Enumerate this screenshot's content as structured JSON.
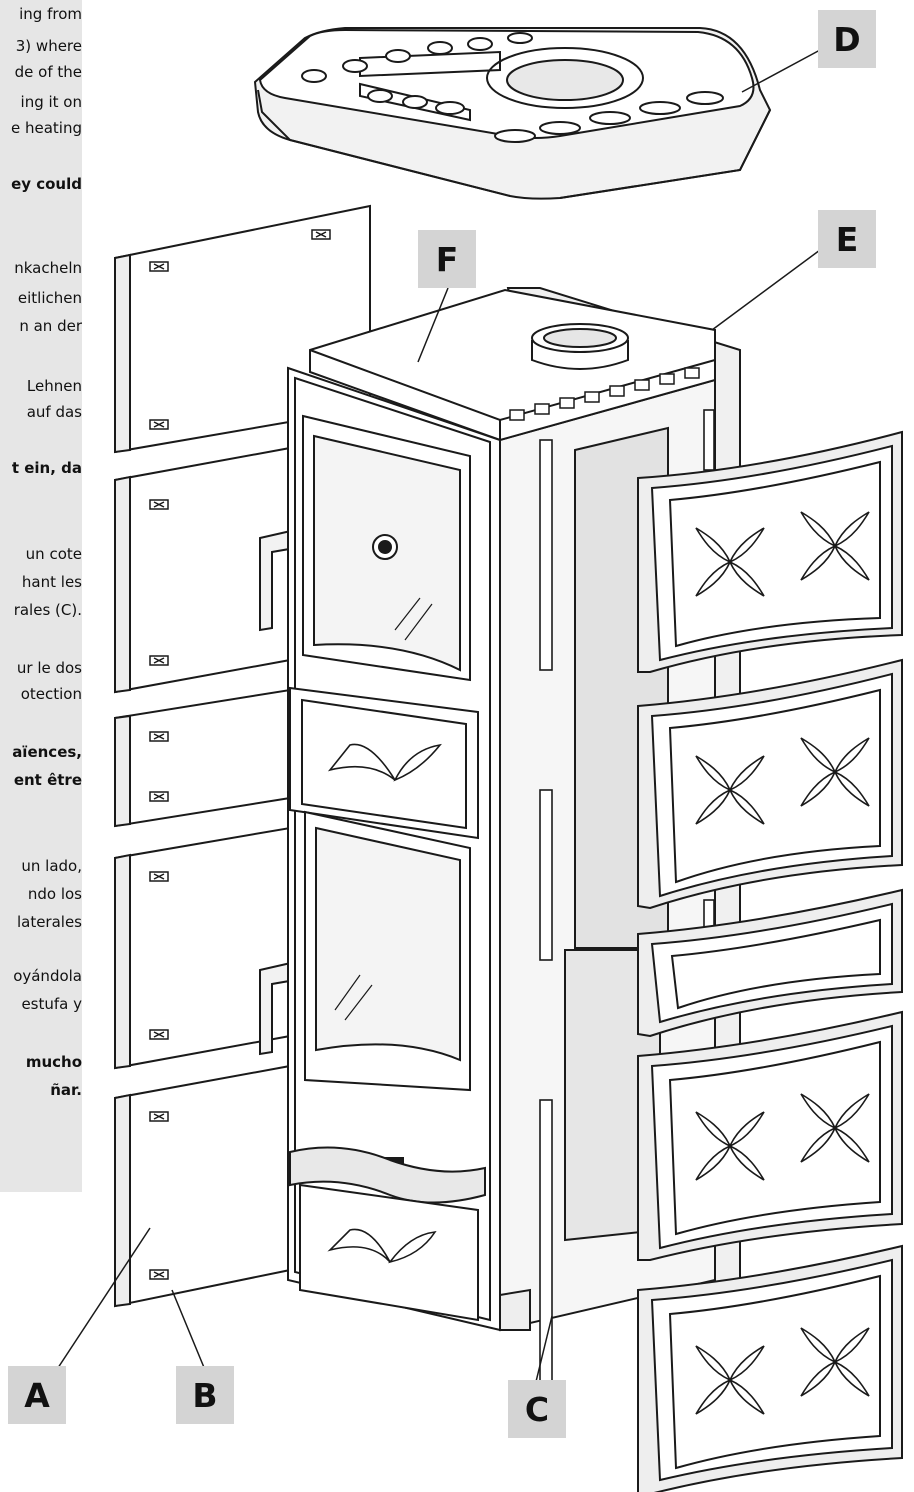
{
  "labels": {
    "A": "A",
    "B": "B",
    "C": "C",
    "D": "D",
    "E": "E",
    "F": "F"
  },
  "text_column": {
    "lines": [
      {
        "text": "ing from",
        "bold": false
      },
      {
        "text": "3) where",
        "bold": false
      },
      {
        "text": "de of the",
        "bold": false
      },
      {
        "text": "ing it on",
        "bold": false
      },
      {
        "text": "e heating",
        "bold": false
      },
      {
        "text": "ey could",
        "bold": true
      },
      {
        "text": "nkacheln",
        "bold": false
      },
      {
        "text": "eitlichen",
        "bold": false
      },
      {
        "text": "n an der",
        "bold": false
      },
      {
        "text": "Lehnen",
        "bold": false
      },
      {
        "text": "auf das",
        "bold": false
      },
      {
        "text": "t ein, da",
        "bold": true
      },
      {
        "text": "un cote",
        "bold": false
      },
      {
        "text": "hant les",
        "bold": false
      },
      {
        "text": "rales (C).",
        "bold": false
      },
      {
        "text": "ur le dos",
        "bold": false
      },
      {
        "text": "otection",
        "bold": false
      },
      {
        "text": "aïences,",
        "bold": true
      },
      {
        "text": "ent être",
        "bold": true
      },
      {
        "text": "un lado,",
        "bold": false
      },
      {
        "text": "ndo los",
        "bold": false
      },
      {
        "text": "laterales",
        "bold": false
      },
      {
        "text": "oyándola",
        "bold": false
      },
      {
        "text": "estufa y",
        "bold": false
      },
      {
        "text": "mucho",
        "bold": true
      },
      {
        "text": "ñar.",
        "bold": true
      }
    ]
  },
  "colors": {
    "text_bg": "#e6e6e6",
    "label_bg": "#d4d4d4",
    "line": "#1a1a1a",
    "panel_gray": "#e2e2e2"
  }
}
